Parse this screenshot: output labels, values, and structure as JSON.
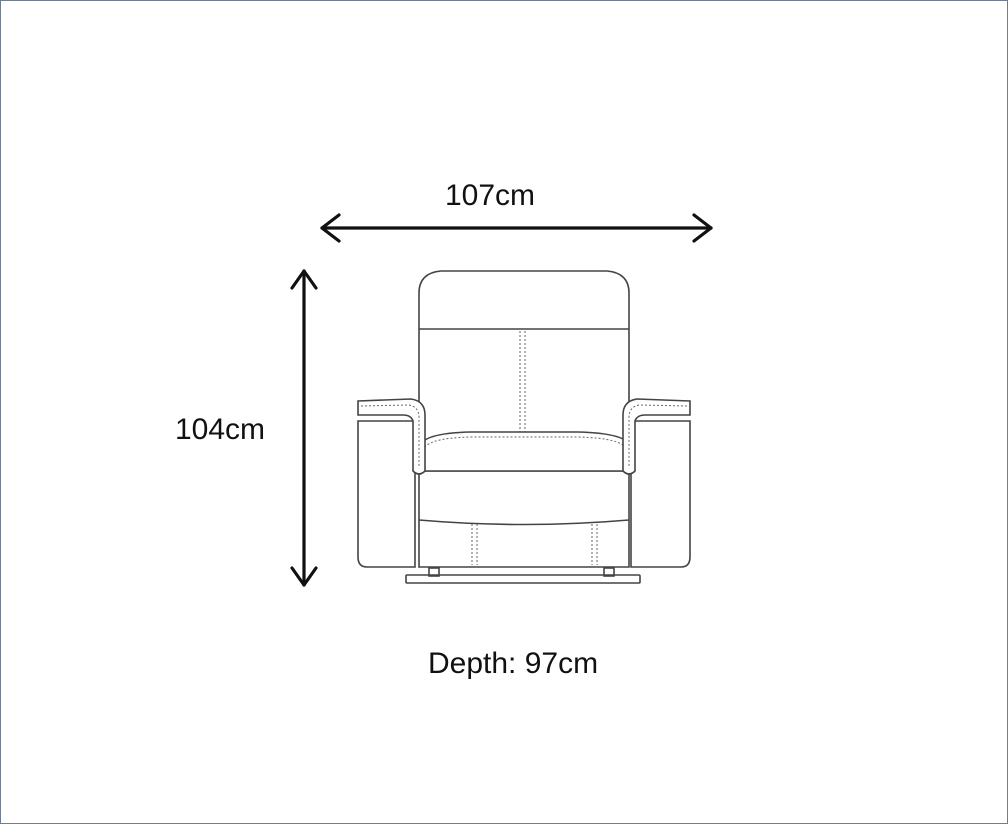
{
  "dimensions": {
    "width": "107cm",
    "height": "104cm",
    "depth": "Depth: 97cm"
  },
  "colors": {
    "text": "#111111",
    "line": "#444444",
    "border": "#6f7f8f"
  },
  "icons": {
    "width_arrow": "double-headed-horizontal-arrow",
    "height_arrow": "double-headed-vertical-arrow",
    "product": "recliner-armchair-line-drawing"
  }
}
